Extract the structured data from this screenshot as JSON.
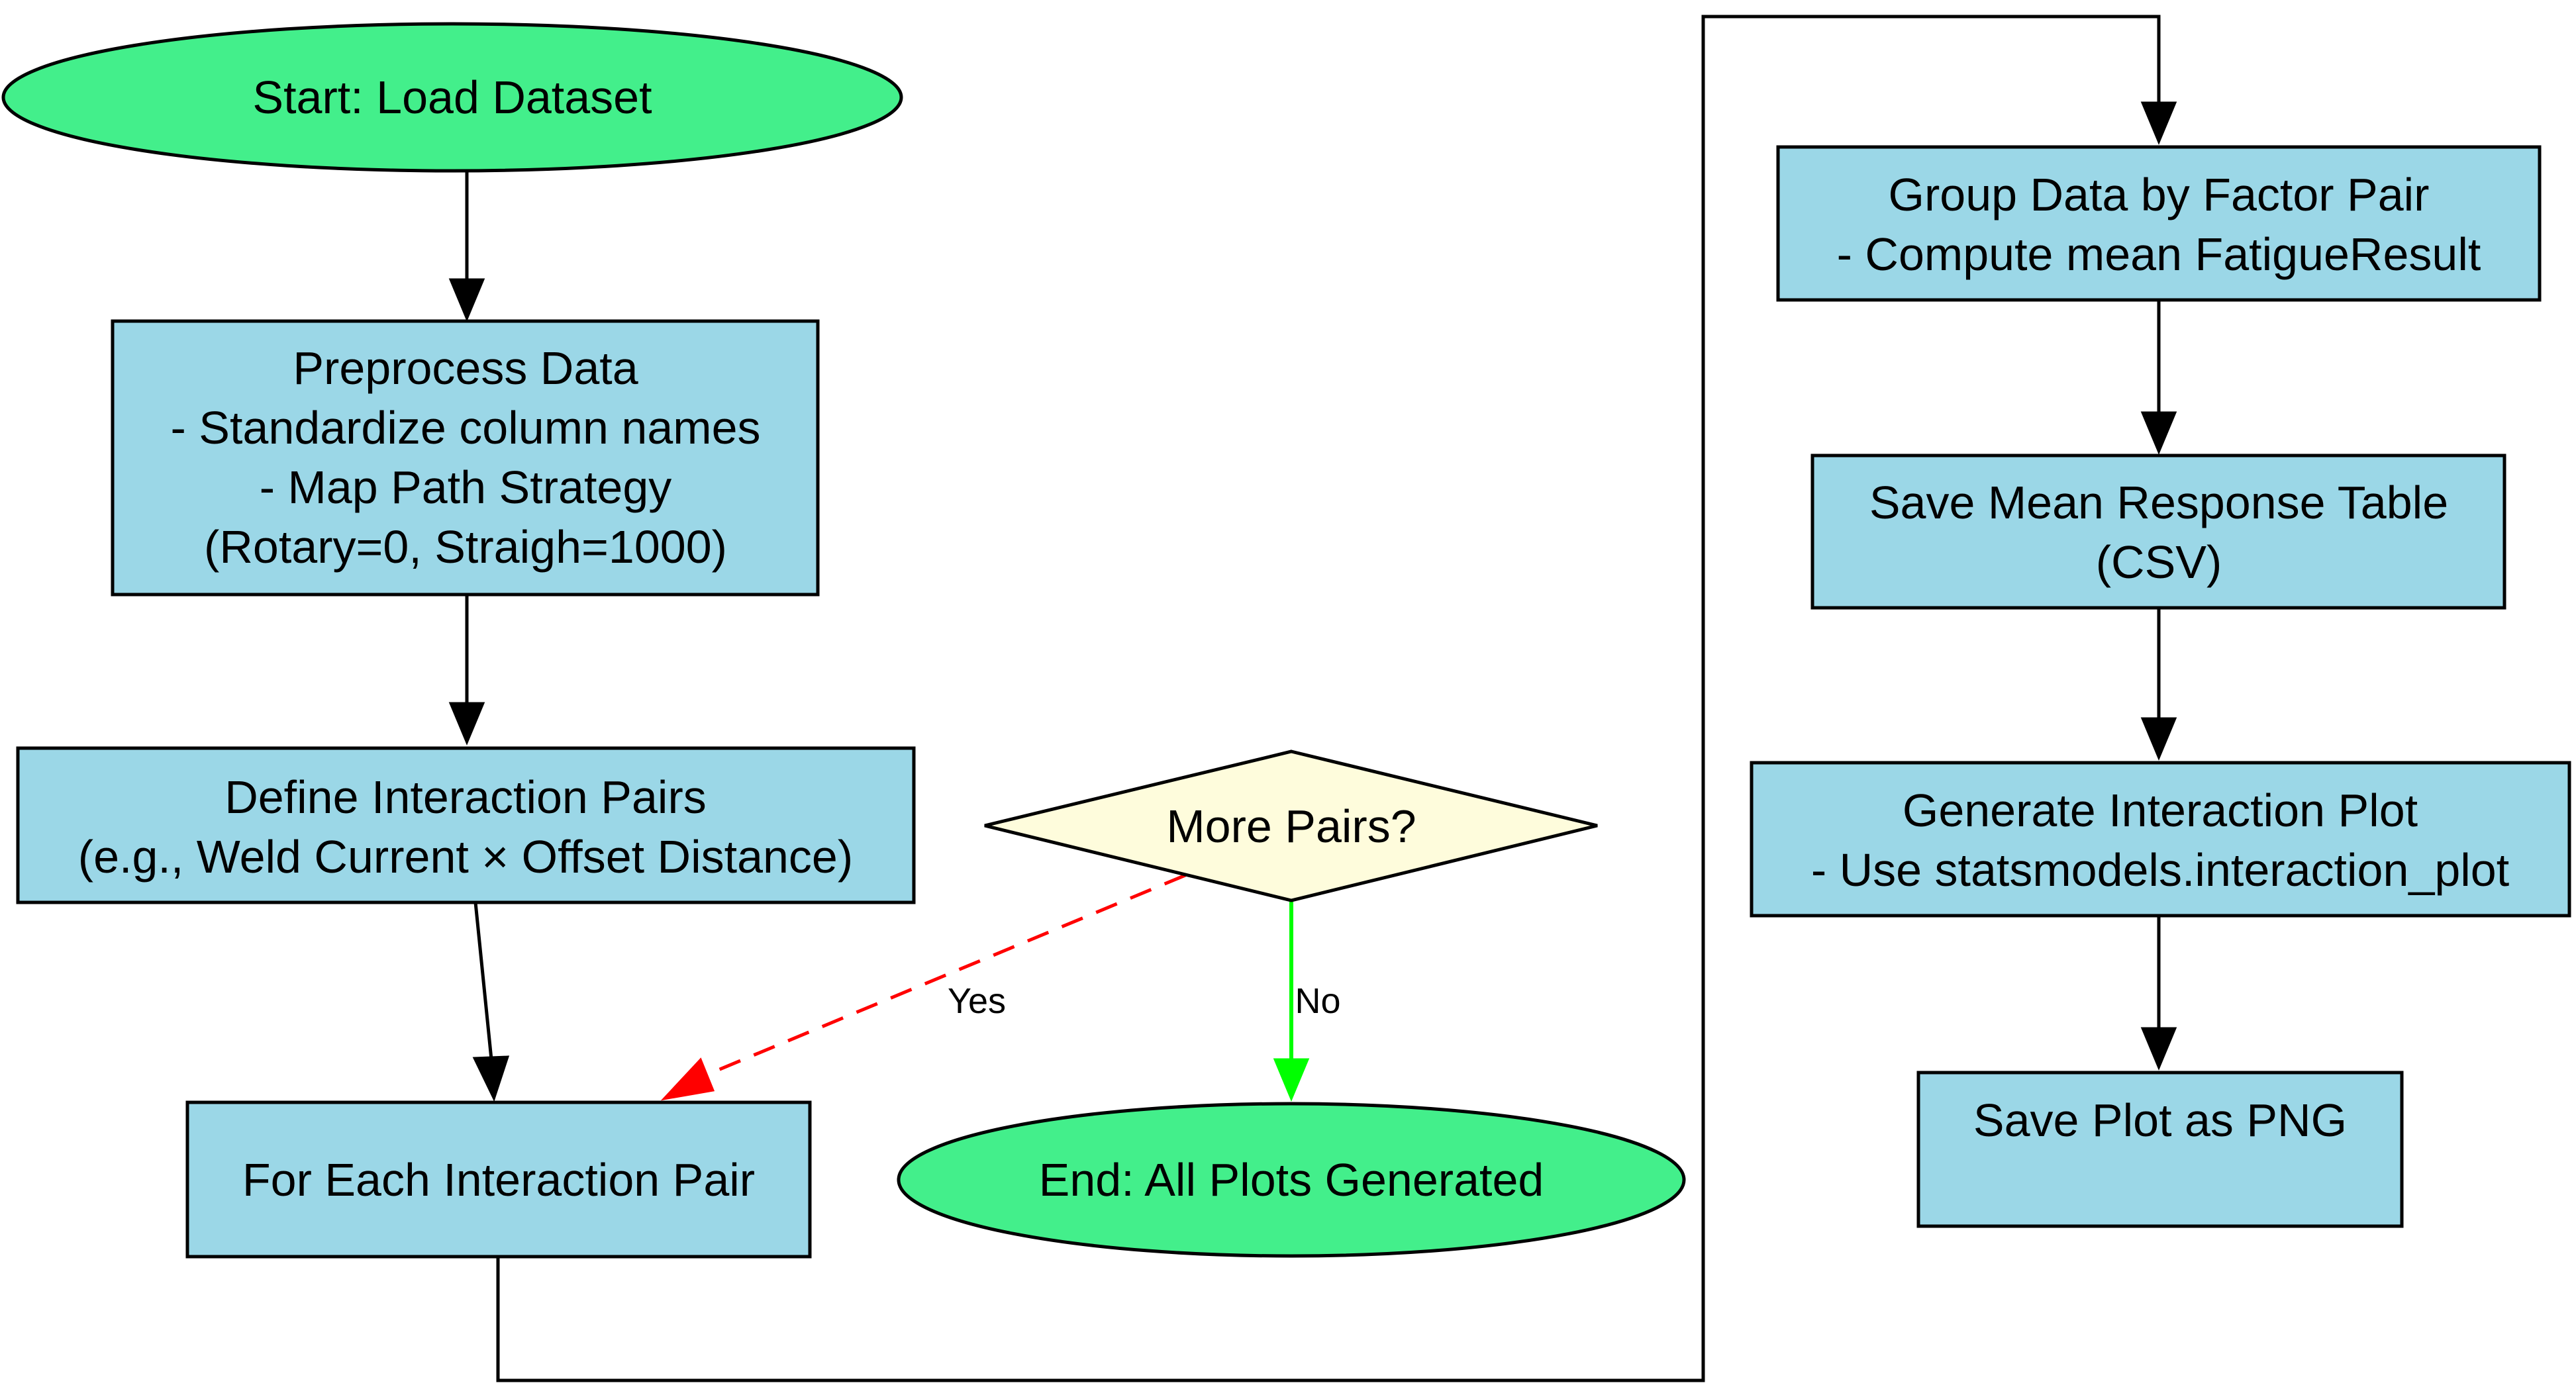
{
  "colors": {
    "terminal_fill": "#43ef8b",
    "process_fill": "#9bd7e7",
    "decision_fill": "#fefcdc",
    "stroke": "#000000",
    "yes_edge": "#ff0000",
    "no_edge": "#00ff00"
  },
  "nodes": {
    "start": {
      "lines": [
        "Start: Load Dataset"
      ]
    },
    "preprocess": {
      "lines": [
        "Preprocess Data",
        "- Standardize column names",
        "- Map Path Strategy",
        "(Rotary=0, Straigh=1000)"
      ]
    },
    "define_pairs": {
      "lines": [
        "Define Interaction Pairs",
        "(e.g., Weld Current × Offset Distance)"
      ]
    },
    "for_each": {
      "lines": [
        "For Each Interaction Pair"
      ]
    },
    "more_pairs": {
      "lines": [
        "More Pairs?"
      ]
    },
    "end": {
      "lines": [
        "End: All Plots Generated"
      ]
    },
    "group_data": {
      "lines": [
        "Group Data by Factor Pair",
        "- Compute mean FatigueResult"
      ]
    },
    "save_table": {
      "lines": [
        "Save Mean Response Table",
        "(CSV)"
      ]
    },
    "generate_plot": {
      "lines": [
        "Generate Interaction Plot",
        "- Use statsmodels.interaction_plot"
      ]
    },
    "save_plot": {
      "lines": [
        "Save Plot as PNG"
      ]
    }
  },
  "edges": {
    "yes_label": "Yes",
    "no_label": "No"
  }
}
